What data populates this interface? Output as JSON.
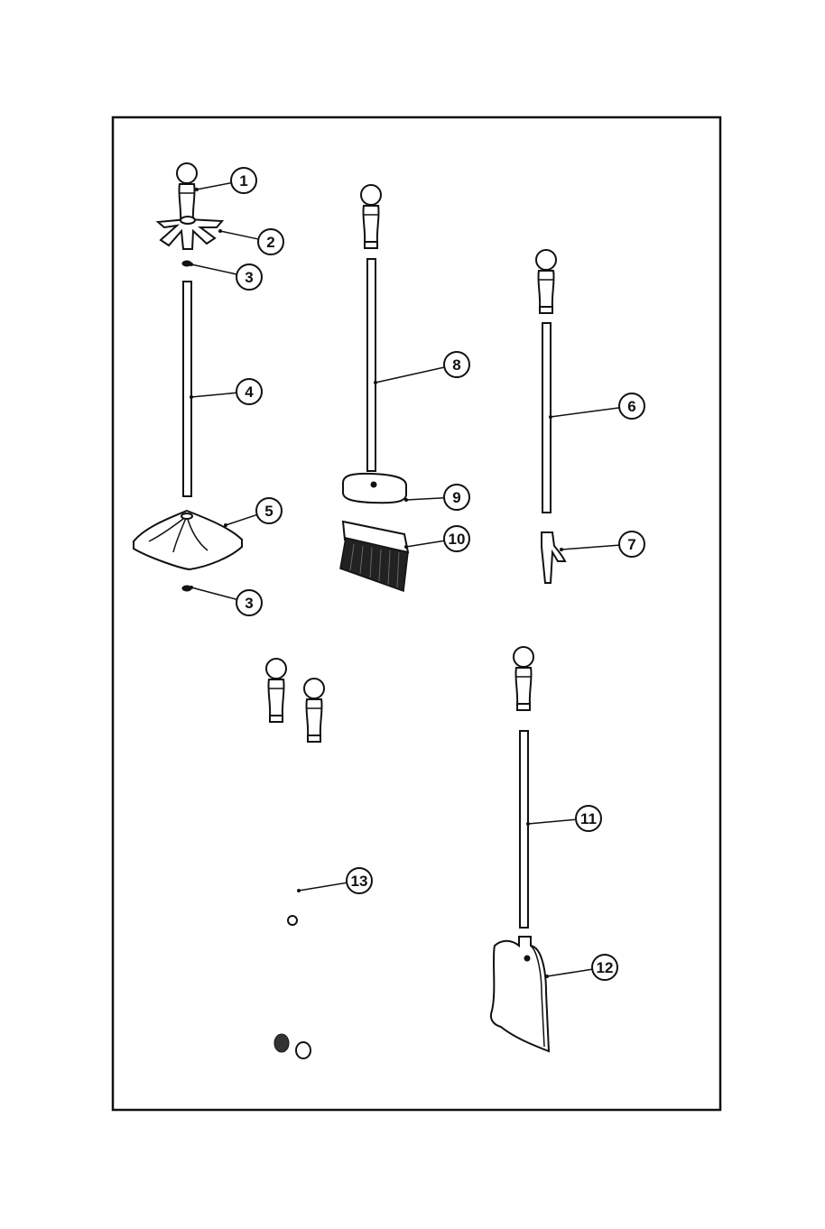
{
  "diagram": {
    "parts": [
      {
        "number": "1"
      },
      {
        "number": "2"
      },
      {
        "number": "3"
      },
      {
        "number": "4"
      },
      {
        "number": "5"
      },
      {
        "number": "3"
      },
      {
        "number": "8"
      },
      {
        "number": "9"
      },
      {
        "number": "10"
      },
      {
        "number": "6"
      },
      {
        "number": "7"
      },
      {
        "number": "13"
      },
      {
        "number": "11"
      },
      {
        "number": "12"
      }
    ]
  }
}
